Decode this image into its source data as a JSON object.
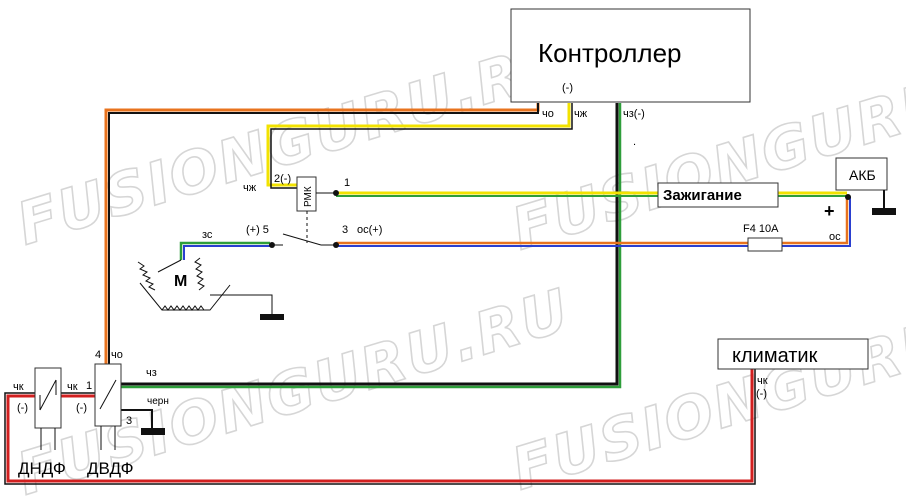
{
  "watermark": "FUSIONGURU.RU",
  "boxes": {
    "controller": "Контроллер",
    "battery": "АКБ",
    "ignition": "Зажигание",
    "climate": "климатик",
    "relay": "РМК",
    "fuse": "F4 10A",
    "motor": "М",
    "dndf": "ДНДФ",
    "dvdf": "ДВДФ"
  },
  "labels": {
    "ctrl_minus": "(-)",
    "cho_top": "чо",
    "chzh_top": "чж",
    "chz_minus": "чз(-)",
    "dot": ".",
    "chzh_left": "чж",
    "relay_pin2": "2(-)",
    "relay_pin1": "1",
    "zs": "зс",
    "plus5": "(+) 5",
    "pin3": "3",
    "os_plus": "ос(+)",
    "plus_sign": "+",
    "os_right": "ос",
    "pin4": "4",
    "cho_bottom": "чо",
    "chz_bottom": "чз",
    "chk_left": "чк",
    "minus_left": "(-)",
    "chk_mid": "чк",
    "pin1": "1",
    "minus_mid": "(-)",
    "chern": "черн",
    "pin3_bottom": "3",
    "chk_climate": "чк",
    "minus_climate": "(-)"
  },
  "wire_colors": {
    "orange": "#e8731e",
    "black": "#111111",
    "yellow": "#f2e200",
    "green": "#2e9e3a",
    "blue": "#2a3fd0",
    "red": "#d21f1f"
  }
}
